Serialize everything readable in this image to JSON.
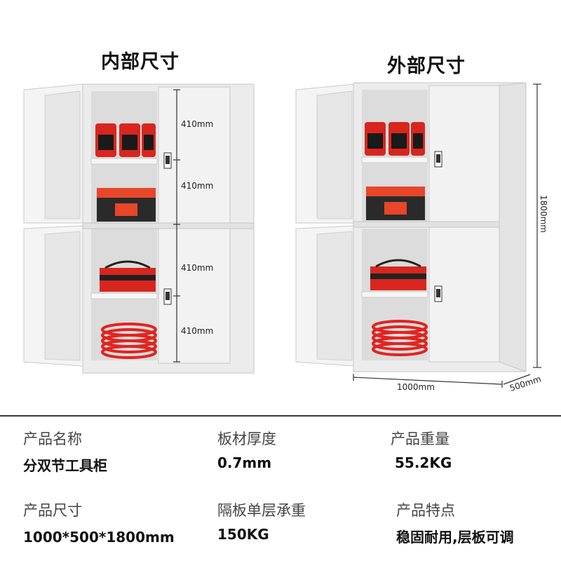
{
  "titles": {
    "inner": "内部尺寸",
    "outer": "外部尺寸"
  },
  "inner_dims": {
    "top_upper": "410mm",
    "top_lower": "410mm",
    "bottom_upper": "410mm",
    "bottom_lower": "410mm"
  },
  "outer_dims": {
    "height": "1800mm",
    "width": "1000mm",
    "depth": "500mm"
  },
  "specs": [
    {
      "label": "产品名称",
      "value": "分双节工具柜"
    },
    {
      "label": "板材厚度",
      "value": "0.7mm"
    },
    {
      "label": "产品重量",
      "value": "55.2KG"
    },
    {
      "label": "产品尺寸",
      "value": "1000*500*1800mm"
    },
    {
      "label": "隔板单层承重",
      "value": "150KG"
    },
    {
      "label": "产品特点",
      "value": "稳固耐用,层板可调"
    }
  ],
  "colors": {
    "cabinet": "#ececec",
    "cabinet_edge": "#c8c8c8",
    "interior": "#d9d9d9",
    "hose": "#e02420",
    "toolbox": "#e8462a",
    "text": "#111111",
    "label": "#444444"
  }
}
